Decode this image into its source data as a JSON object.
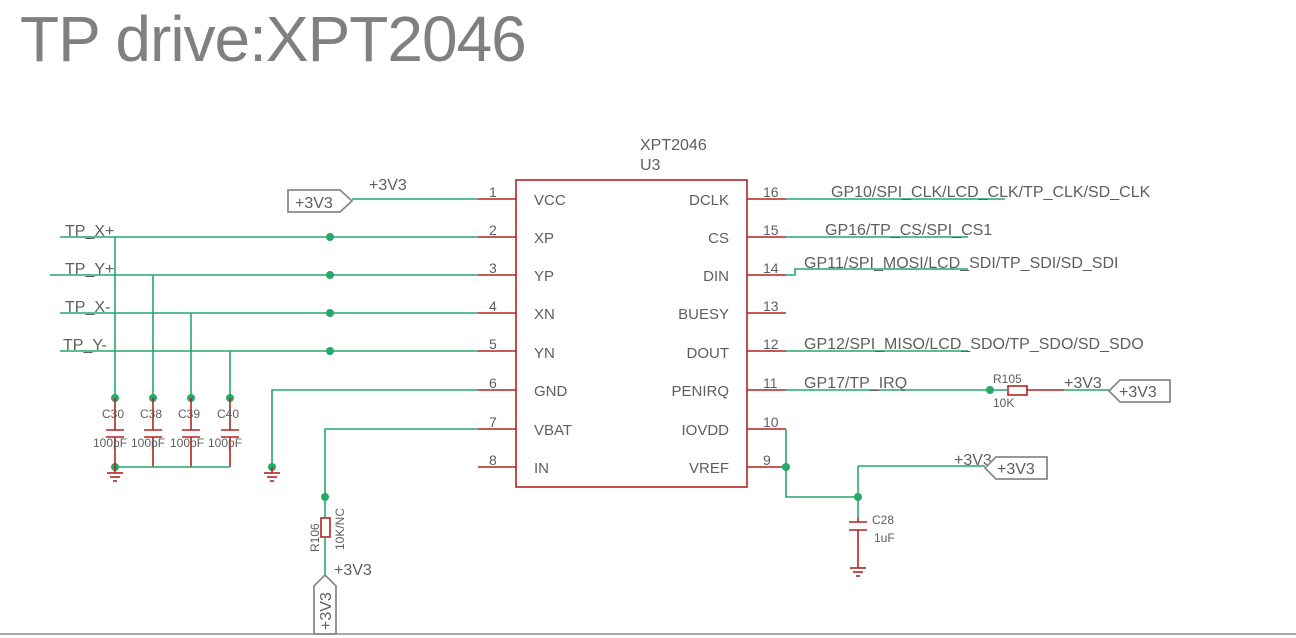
{
  "title": "TP drive:XPT2046",
  "chip": {
    "name": "XPT2046",
    "ref": "U3",
    "left_pins": [
      {
        "num": "1",
        "name": "VCC"
      },
      {
        "num": "2",
        "name": "XP"
      },
      {
        "num": "3",
        "name": "YP"
      },
      {
        "num": "4",
        "name": "XN"
      },
      {
        "num": "5",
        "name": "YN"
      },
      {
        "num": "6",
        "name": "GND"
      },
      {
        "num": "7",
        "name": "VBAT"
      },
      {
        "num": "8",
        "name": "IN"
      }
    ],
    "right_pins": [
      {
        "num": "16",
        "name": "DCLK"
      },
      {
        "num": "15",
        "name": "CS"
      },
      {
        "num": "14",
        "name": "DIN"
      },
      {
        "num": "13",
        "name": "BUESY"
      },
      {
        "num": "12",
        "name": "DOUT"
      },
      {
        "num": "11",
        "name": "PENIRQ"
      },
      {
        "num": "10",
        "name": "IOVDD"
      },
      {
        "num": "9",
        "name": "VREF"
      }
    ]
  },
  "nets": {
    "left": [
      "TP_X+",
      "TP_Y+",
      "TP_X-",
      "TP_Y-"
    ],
    "right": [
      "GP10/SPI_CLK/LCD_CLK/TP_CLK/SD_CLK",
      "GP16/TP_CS/SPI_CS1",
      "GP11/SPI_MOSI/LCD_SDI/TP_SDI/SD_SDI",
      "GP12/SPI_MISO/LCD_SDO/TP_SDO/SD_SDO",
      "GP17/TP_IRQ"
    ]
  },
  "power": {
    "net_label": "+3V3",
    "flag_label": "+3V3"
  },
  "capacitors": [
    {
      "ref": "C30",
      "value": "100pF"
    },
    {
      "ref": "C38",
      "value": "100pF"
    },
    {
      "ref": "C39",
      "value": "100pF"
    },
    {
      "ref": "C40",
      "value": "100pF"
    }
  ],
  "c28": {
    "ref": "C28",
    "value": "1uF"
  },
  "r105": {
    "ref": "R105",
    "value": "10K"
  },
  "r106": {
    "ref": "R106",
    "value": "10K/NC"
  }
}
